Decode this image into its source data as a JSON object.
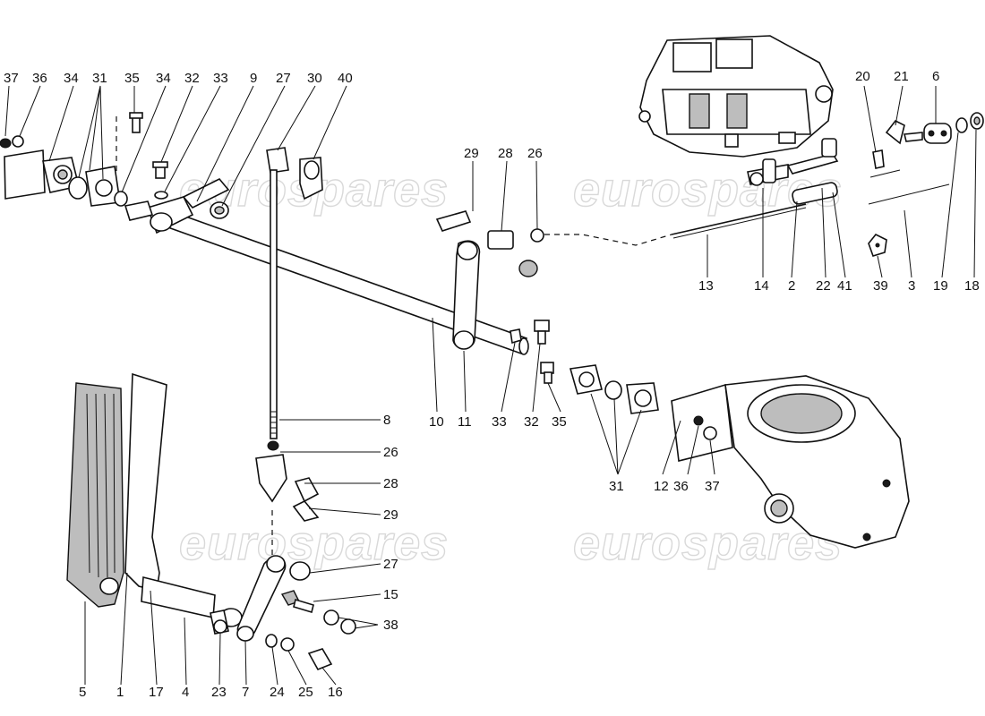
{
  "watermarks": [
    "eurospares",
    "eurospares",
    "eurospares",
    "eurospares"
  ],
  "labels": {
    "l37a": "37",
    "l36a": "36",
    "l34a": "34",
    "l31a": "31",
    "l35a": "35",
    "l34b": "34",
    "l32a": "32",
    "l33a": "33",
    "l9": "9",
    "l27a": "27",
    "l30": "30",
    "l40": "40",
    "l29a": "29",
    "l28a": "28",
    "l26a": "26",
    "l20": "20",
    "l21": "21",
    "l6": "6",
    "l13": "13",
    "l14": "14",
    "l2": "2",
    "l22": "22",
    "l41": "41",
    "l39": "39",
    "l3": "3",
    "l19": "19",
    "l18": "18",
    "l8": "8",
    "l26b": "26",
    "l28b": "28",
    "l29b": "29",
    "l10": "10",
    "l11": "11",
    "l33b": "33",
    "l32b": "32",
    "l35b": "35",
    "l31b": "31",
    "l12": "12",
    "l36b": "36",
    "l37b": "37",
    "l27b": "27",
    "l15": "15",
    "l38": "38",
    "l5": "5",
    "l1": "1",
    "l17": "17",
    "l4": "4",
    "l23": "23",
    "l7": "7",
    "l24": "24",
    "l25": "25",
    "l16": "16"
  }
}
